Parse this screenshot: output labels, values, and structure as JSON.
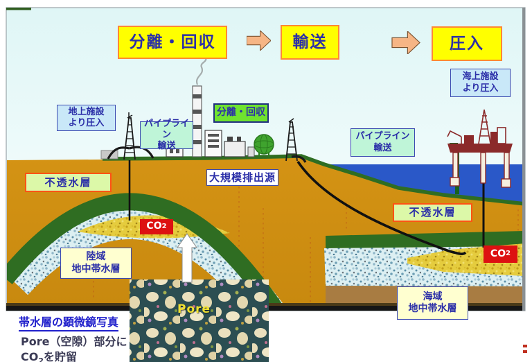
{
  "flow": {
    "step1": "分離・回収",
    "step2": "輸送",
    "step3": "圧入"
  },
  "labels": {
    "land_injection_l1": "地上施設",
    "land_injection_l2": "より圧入",
    "pipeline_l1": "パイプライン",
    "pipeline_l2": "輸送",
    "separation": "分離・回収",
    "source": "大規模排出源",
    "offshore_l1": "海上施設",
    "offshore_l2": "より圧入",
    "cap_rock_left": "不透水層",
    "cap_rock_right": "不透水層",
    "land_aquifer_l1": "陸域",
    "land_aquifer_l2": "地中帯水層",
    "sea_aquifer_l1": "海域",
    "sea_aquifer_l2": "地中帯水層",
    "co2_main": "CO",
    "co2_sub": "2",
    "pore": "Pore"
  },
  "caption": {
    "title": "帯水層の顕微鏡写真",
    "line1": "Pore（空隙）部分に",
    "line2_main": "CO",
    "line2_sub": "2",
    "line2_post": "を貯留"
  },
  "icons": {
    "derrick_land_left": "drilling-derrick",
    "derrick_land_right": "drilling-derrick",
    "factory": "emission-source-plant",
    "gas_sphere": "spherical-gas-tank",
    "offshore_platform": "offshore-rig",
    "up_arrow": "pore-zoom-arrow",
    "micrograph": "aquifer-micrograph"
  },
  "colors": {
    "flow_box_fill": "#FFFF00",
    "flow_box_border": "#FF8833",
    "navy_text": "#2B2FA8",
    "co2_red": "#DD1111",
    "sea_blue": "#2A58C8",
    "ground_ochre": "#CE8E10",
    "cap_rock_green": "#2F6D22",
    "aquifer_light_blue": "#DCEFF2",
    "co2_zone_yellow": "#E5CC3E",
    "arrow_orange": "#F6B585"
  }
}
